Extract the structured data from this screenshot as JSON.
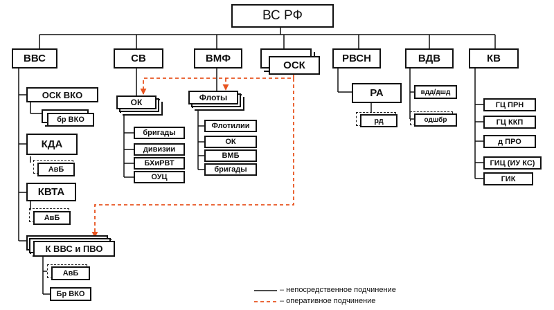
{
  "root": {
    "label": "ВС РФ"
  },
  "branches": {
    "vvs": "ВВС",
    "sv": "СВ",
    "vmf": "ВМФ",
    "osk": "ОСК",
    "rvsn": "РВСН",
    "vdv": "ВДВ",
    "kv": "КВ"
  },
  "vvs_units": {
    "osk_vko": "ОСК ВКО",
    "br_vko": "бр ВКО",
    "kda": "КДА",
    "kda_avb": "АвБ",
    "kvta": "КВТА",
    "kvta_avb": "АвБ",
    "k_vvs_pvo": "К ВВС и ПВО",
    "k_avb": "АвБ",
    "k_br_vko": "Бр ВКО"
  },
  "sv_units": {
    "ok": "ОК",
    "items": [
      "бригады",
      "дивизии",
      "БХиРВТ",
      "ОУЦ"
    ]
  },
  "vmf_units": {
    "floty": "Флоты",
    "items": [
      "Флотилии",
      "ОК",
      "ВМБ",
      "бригады"
    ]
  },
  "rvsn_units": {
    "ra": "РА",
    "rd": "рд"
  },
  "vdv_units": {
    "vdd": "вдд/дшд",
    "odshbr": "одшбр"
  },
  "kv_units": {
    "items": [
      "ГЦ ПРН",
      "ГЦ ККП",
      "д ПРО",
      "ГИЦ (ИУ КС)",
      "ГИК"
    ]
  },
  "legend": {
    "direct": "– непосредственное подчинение",
    "operational": "– оперативное подчинение"
  },
  "colors": {
    "line": "#111111",
    "operational": "#e8531f"
  }
}
